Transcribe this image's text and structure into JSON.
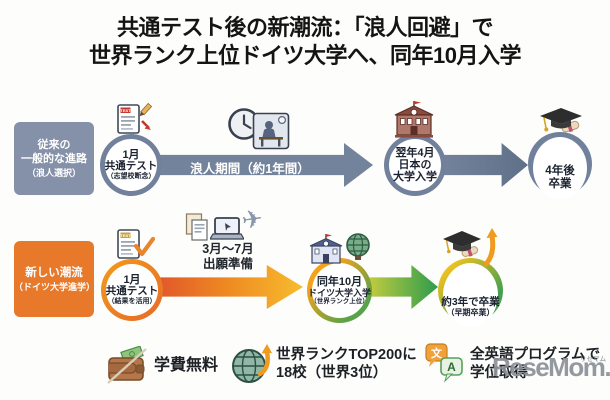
{
  "title": {
    "line1": "共通テスト後の新潮流：「浪人回避」で",
    "line2": "世界ランク上位ドイツ大学へ、同年10月入学"
  },
  "traditional": {
    "label": [
      "従来の",
      "一般的な進路",
      "（浪人選択）"
    ],
    "step1": {
      "l1": "1月",
      "l2": "共通テスト",
      "l3": "（志望校断念）"
    },
    "arrow1_text": "浪人期間（約1年間）",
    "step2": {
      "l1": "翌年4月",
      "l2": "日本の",
      "l3": "大学入学"
    },
    "step3": {
      "l1": "4年後",
      "l2": "卒業"
    }
  },
  "new_trend": {
    "label": [
      "新しい潮流",
      "（ドイツ大学進学）"
    ],
    "step1": {
      "l1": "1月",
      "l2": "共通テスト",
      "l3": "（結果を活用）"
    },
    "prep": {
      "l1": "3月～7月",
      "l2": "出願準備"
    },
    "step2": {
      "l1": "同年10月",
      "l2": "ドイツ大学入学",
      "l3": "（世界ランク上位）"
    },
    "step3": {
      "l1": "約3年で卒業",
      "l2": "（早期卒業）"
    }
  },
  "benefits": [
    {
      "icon": "wallet-icon",
      "text1": "学費無料",
      "text2": ""
    },
    {
      "icon": "globe-rank-icon",
      "text1": "世界ランクTOP200に",
      "text2": "18校（世界3位）"
    },
    {
      "icon": "translate-icon",
      "text1": "全英語プログラムで",
      "text2": "学位取得"
    }
  ],
  "watermark": {
    "logo": "ReseMom.",
    "kana": "リセマム"
  },
  "icons": {
    "plane_glyph": "✈",
    "test_label": "TEST",
    "translate_cjk": "文",
    "translate_latin": "A"
  },
  "colors": {
    "slate": "#74839c",
    "slate_box": "#8591a8",
    "orange_box": "#e8792b",
    "arrow_warm_start": "#e2572a",
    "arrow_warm_end": "#f7bc2e",
    "arrow_green_start": "#c3cc3f",
    "arrow_green_end": "#2e9c4d",
    "check_orange": "#e8852d",
    "globe_green": "#8fb8a6"
  }
}
